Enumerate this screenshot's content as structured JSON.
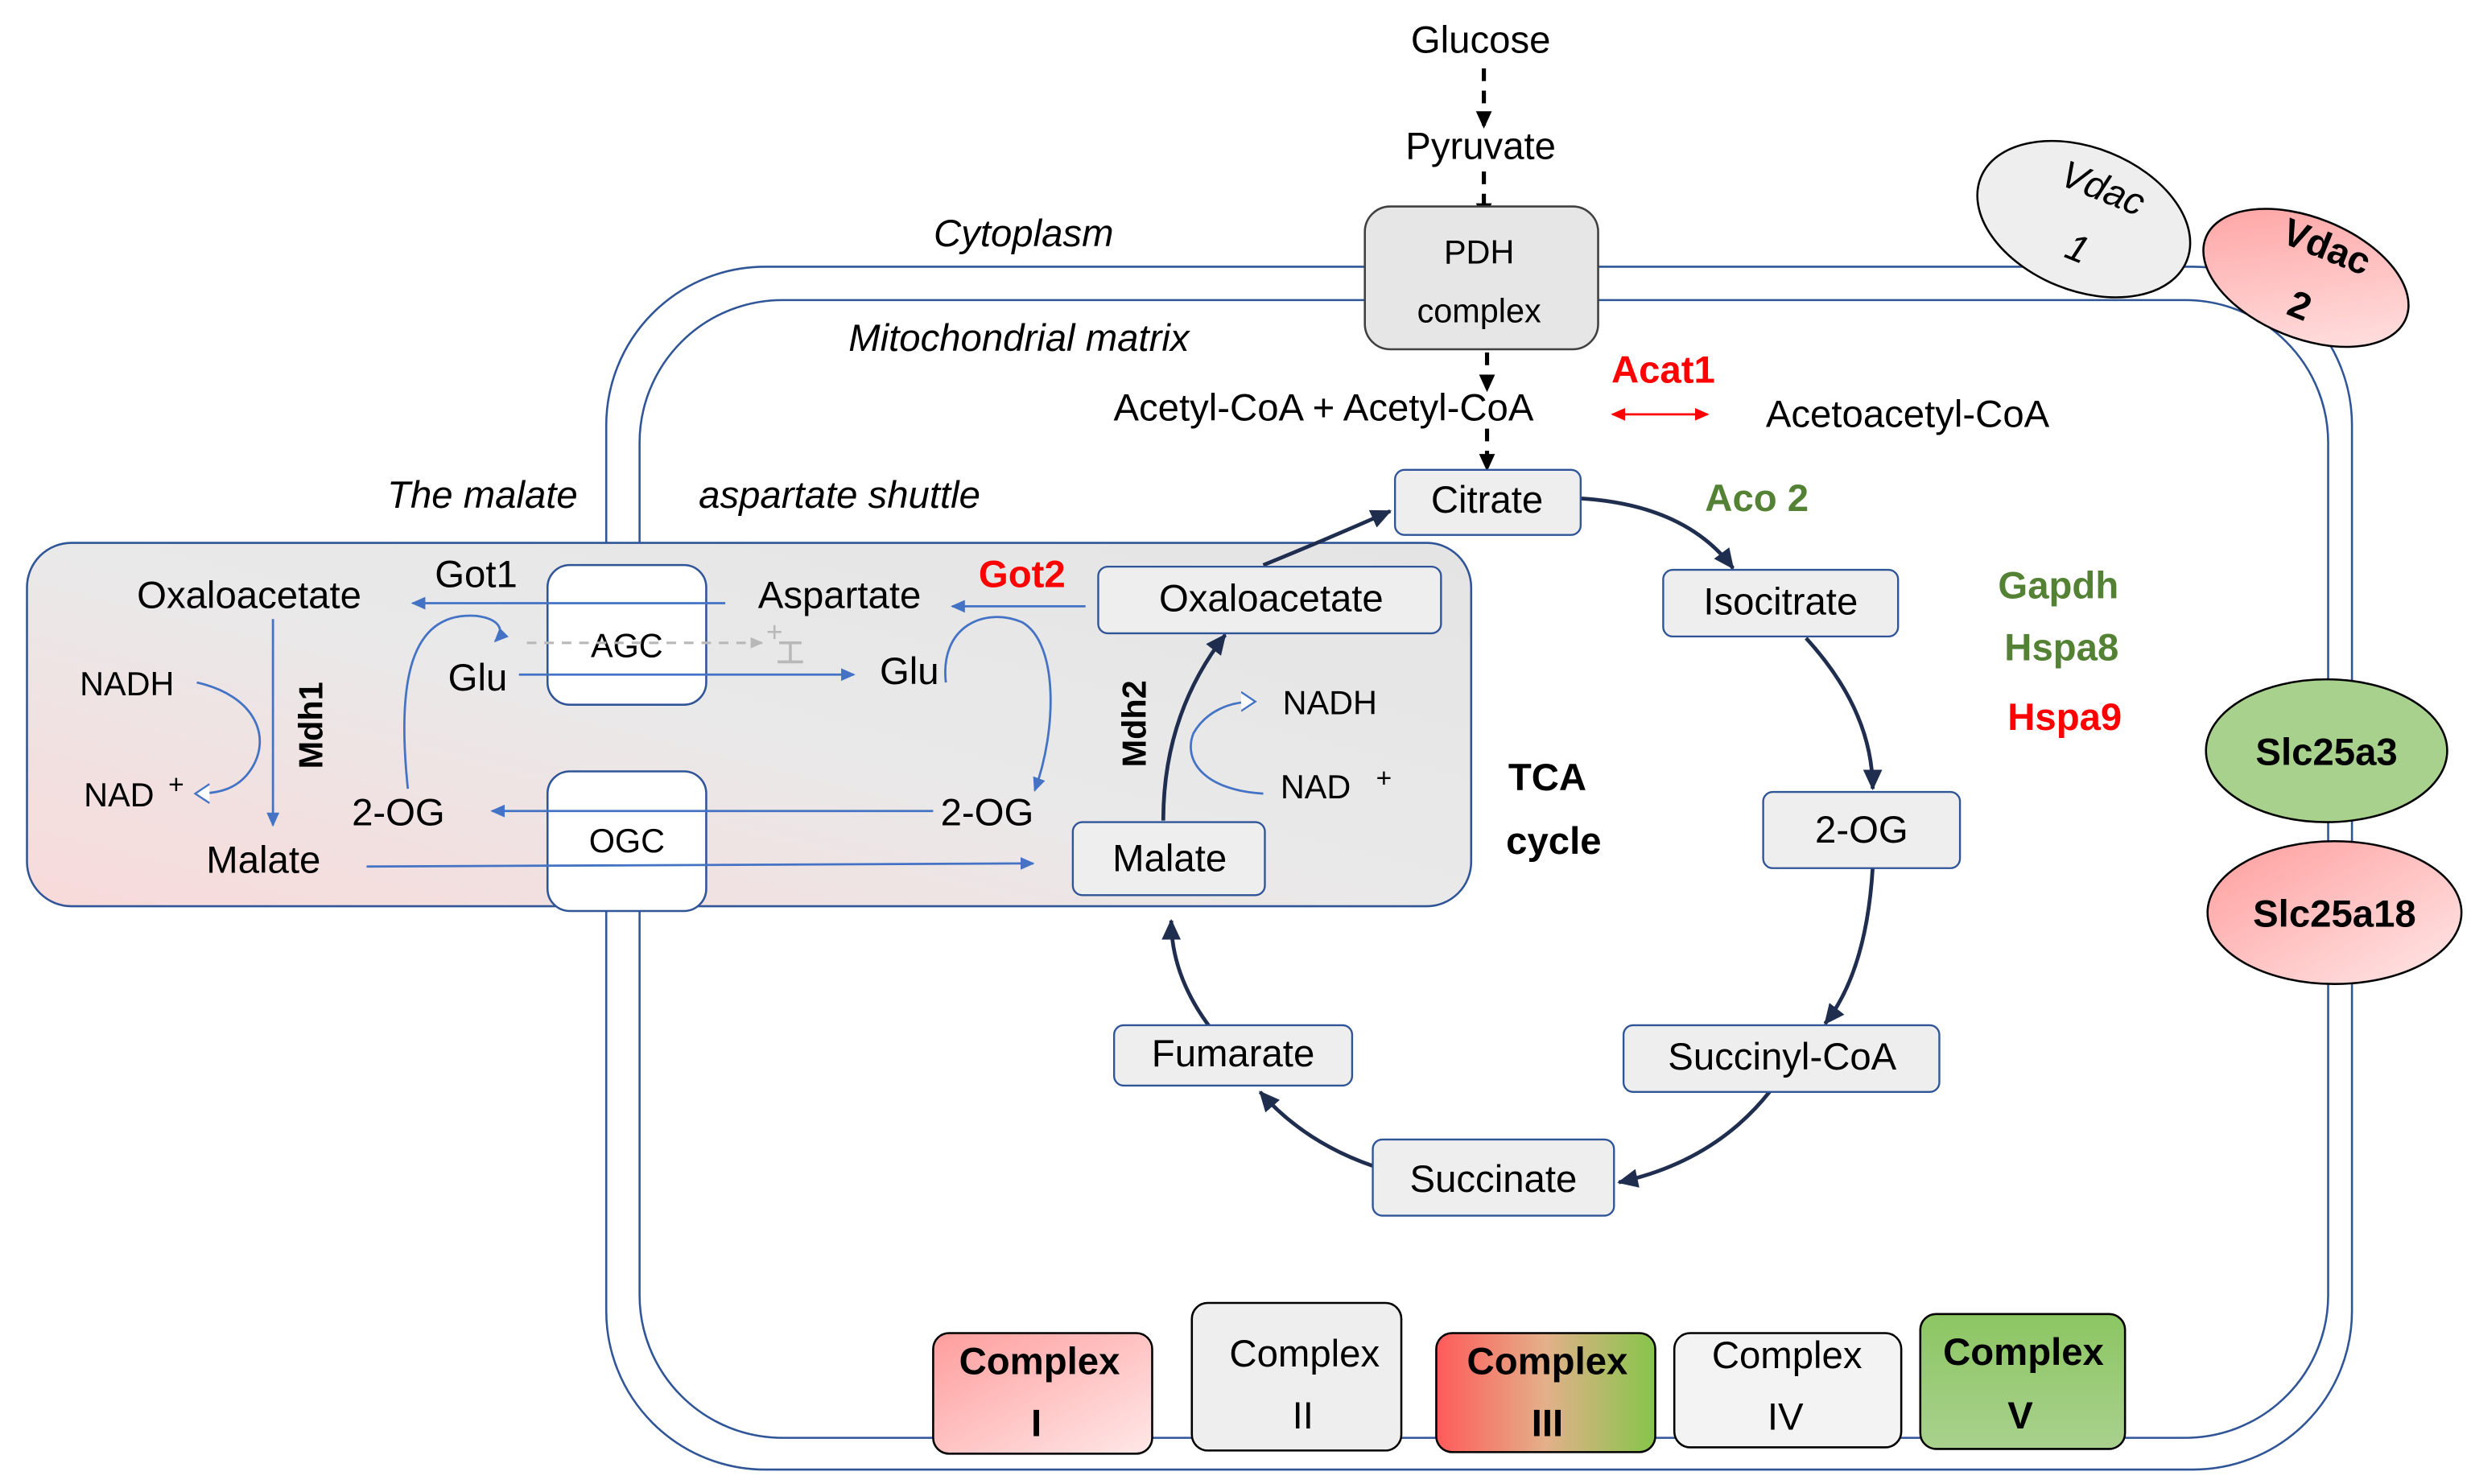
{
  "labels": {
    "glucose": "Glucose",
    "pyruvate": "Pyruvate",
    "cytoplasm": "Cytoplasm",
    "matrix": "Mitochondrial matrix",
    "pdh_line1": "PDH",
    "pdh_line2": "complex",
    "acetyl_coa": "Acetyl-CoA + Acetyl-CoA",
    "acetoacetyl_coa": "Acetoacetyl-CoA",
    "shuttle_part1": "The malate",
    "shuttle_part2": "aspartate shuttle",
    "tca_line1": "TCA",
    "tca_line2": "cycle"
  },
  "transporters": {
    "vdac1_line1": "Vdac",
    "vdac1_line2": "1",
    "vdac2_line1": "Vdac",
    "vdac2_line2": "2",
    "slc25a3": "Slc25a3",
    "slc25a18": "Slc25a18"
  },
  "proteins": {
    "acat1": "Acat1",
    "aco2": "Aco 2",
    "gapdh": "Gapdh",
    "hspa8": "Hspa8",
    "hspa9": "Hspa9",
    "got1": "Got1",
    "got2": "Got2",
    "mdh1": "Mdh1",
    "mdh2": "Mdh2"
  },
  "shuttle": {
    "oxaloacetate_cyto": "Oxaloacetate",
    "aspartate": "Aspartate",
    "glu_left": "Glu",
    "glu_right": "Glu",
    "agc": "AGC",
    "ogc": "OGC",
    "nadh_left": "NADH",
    "nad_left": "NAD",
    "plus_sign": "+",
    "og_left": "2-OG",
    "og_right": "2-OG",
    "malate_cyto": "Malate",
    "nadh_right": "NADH",
    "nad_right": "NAD"
  },
  "tca": {
    "citrate": "Citrate",
    "isocitrate": "Isocitrate",
    "og": "2-OG",
    "succinyl_coa": "Succinyl-CoA",
    "succinate": "Succinate",
    "fumarate": "Fumarate",
    "malate": "Malate",
    "oxaloacetate": "Oxaloacetate"
  },
  "complexes": {
    "c1_line1": "Complex",
    "c1_line2": "I",
    "c2_line1": "Complex",
    "c2_line2": "II",
    "c3_line1": "Complex",
    "c3_line2": "III",
    "c4_line1": "Complex",
    "c4_line2": "IV",
    "c5_line1": "Complex",
    "c5_line2": "V"
  },
  "colors": {
    "up_regulated": "#ff0000",
    "down_regulated": "#548235",
    "arrow_blue": "#4472c4",
    "arrow_dark": "#1f2d4f",
    "membrane": "#2f5597",
    "box_fill": "#eeeeee"
  }
}
